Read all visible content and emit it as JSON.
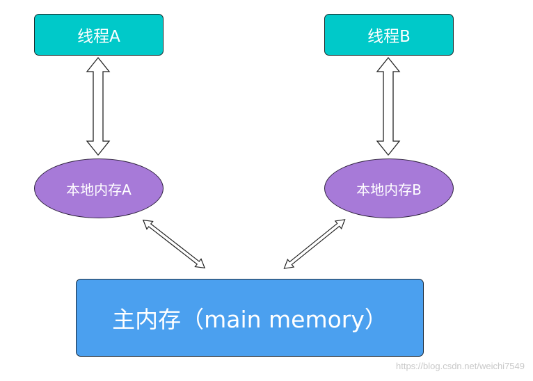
{
  "nodes": {
    "thread_a": "线程A",
    "thread_b": "线程B",
    "local_a": "本地内存A",
    "local_b": "本地内存B",
    "main_memory": "主内存（main memory）"
  },
  "watermark": "https://blog.csdn.net/weichi7549",
  "colors": {
    "thread_fill": "#00c9c9",
    "local_fill": "#a77ad8",
    "main_fill": "#4ba0ef"
  }
}
